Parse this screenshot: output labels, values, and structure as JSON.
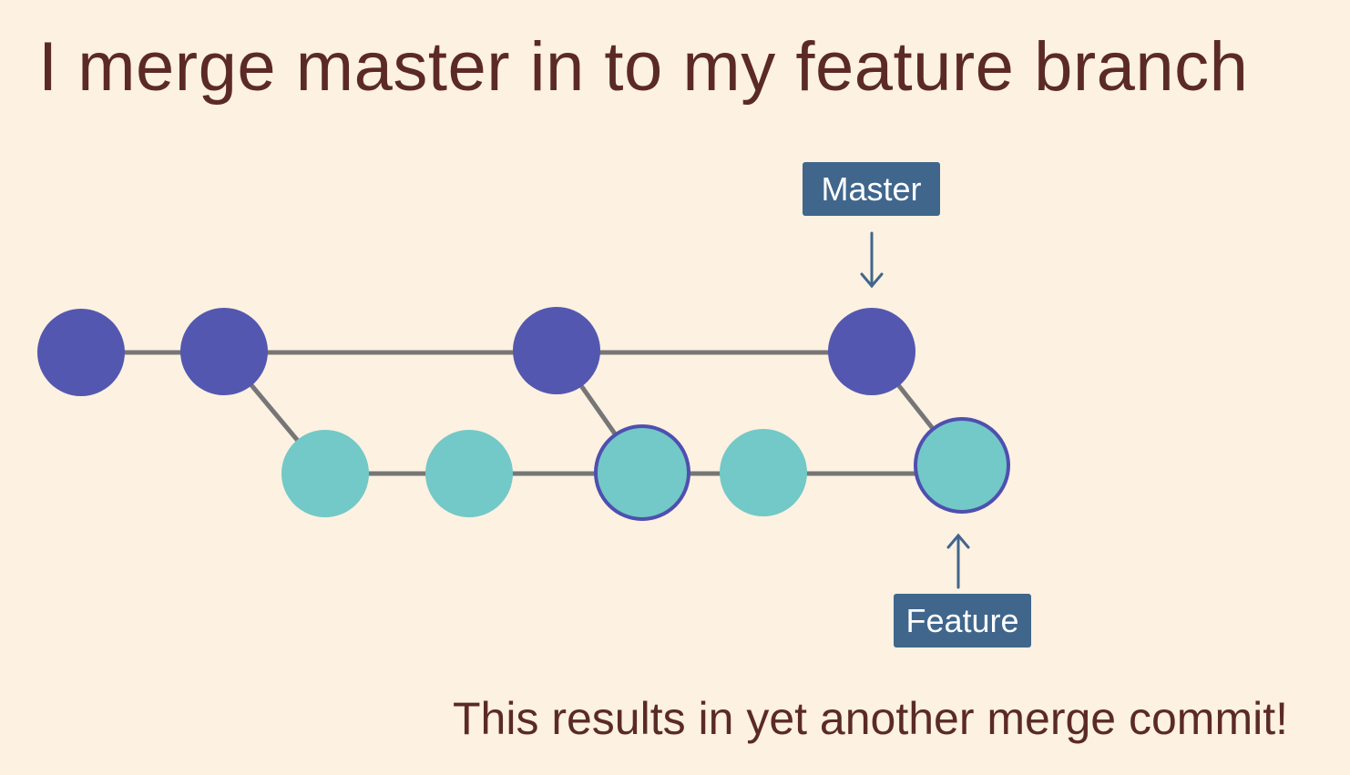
{
  "title": "I merge master in to my feature branch",
  "caption": "This results in yet another merge commit!",
  "labels": {
    "master": "Master",
    "feature": "Feature"
  },
  "colors": {
    "background": "#fdf1e1",
    "text": "#5b2a26",
    "master_commit": "#5457b0",
    "feature_commit": "#72c9c7",
    "merge_commit_border": "#4f4fb0",
    "edge": "#767676",
    "label_bg": "#40668c"
  }
}
